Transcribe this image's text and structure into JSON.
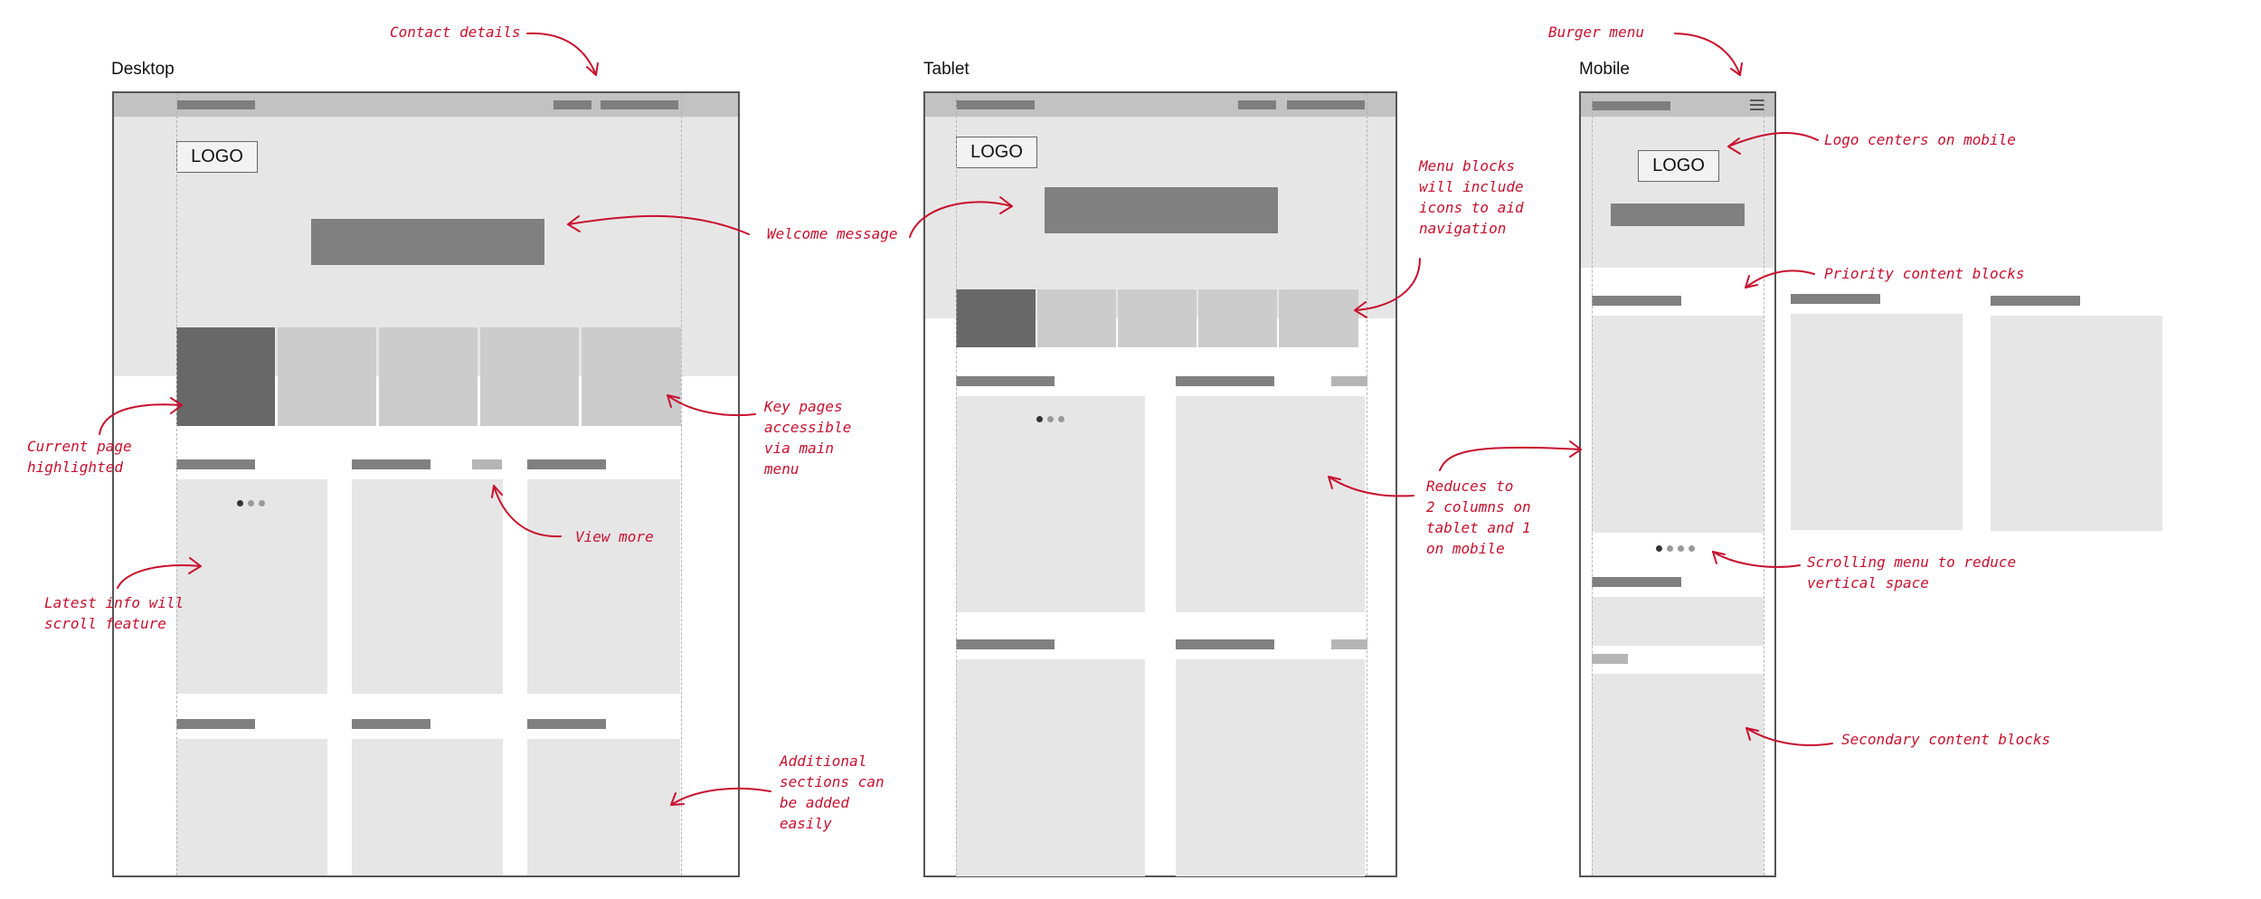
{
  "frames": {
    "desktop": {
      "title": "Desktop",
      "logo": "LOGO"
    },
    "tablet": {
      "title": "Tablet",
      "logo": "LOGO"
    },
    "mobile": {
      "title": "Mobile",
      "logo": "LOGO"
    }
  },
  "annotations": {
    "contact_details": "Contact details",
    "burger_menu": "Burger menu",
    "welcome_message": "Welcome message",
    "menu_blocks": "Menu blocks\nwill include\nicons to aid\nnavigation",
    "logo_centers": "Logo centers on mobile",
    "priority_content": "Priority content blocks",
    "current_page": "Current page\nhighlighted",
    "key_pages": "Key pages\naccessible\nvia main\nmenu",
    "view_more": "View more",
    "reduces_columns": "Reduces to\n2 columns on\ntablet and 1\non mobile",
    "latest_info": "Latest info will\nscroll feature",
    "scrolling_menu": "Scrolling menu to reduce\nvertical space",
    "additional_sections": "Additional\nsections can\nbe added\neasily",
    "secondary_content": "Secondary content blocks"
  },
  "icons": {
    "burger": "burger-menu-icon",
    "carousel_dots": "carousel-dots-icon"
  },
  "colors": {
    "annotation": "#c8102e",
    "frame_border": "#555555",
    "block_light": "#e6e6e6",
    "block_dark": "#686868"
  }
}
